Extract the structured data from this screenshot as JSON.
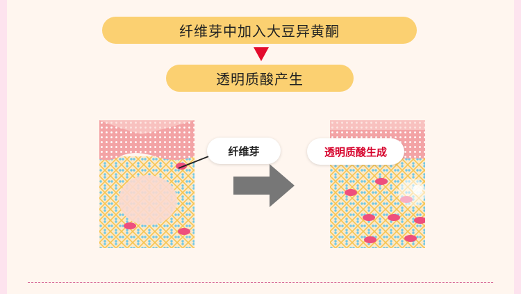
{
  "process": {
    "step_one": "纤维芽中加入大豆异黄酮",
    "step_two": "透明质酸产生"
  },
  "diagram": {
    "fiber_label": "纤维芽",
    "hyaluronic_label": "透明质酸生成"
  },
  "colors": {
    "pill": "#fbd071",
    "arrow_red": "#e30b2d",
    "label_red": "#d6002a",
    "skin_pink": "#f3a3a5",
    "cell_pink": "#ee4f7d",
    "mesh_yellow": "#f6c552",
    "dot_blue": "#71c8e6"
  }
}
